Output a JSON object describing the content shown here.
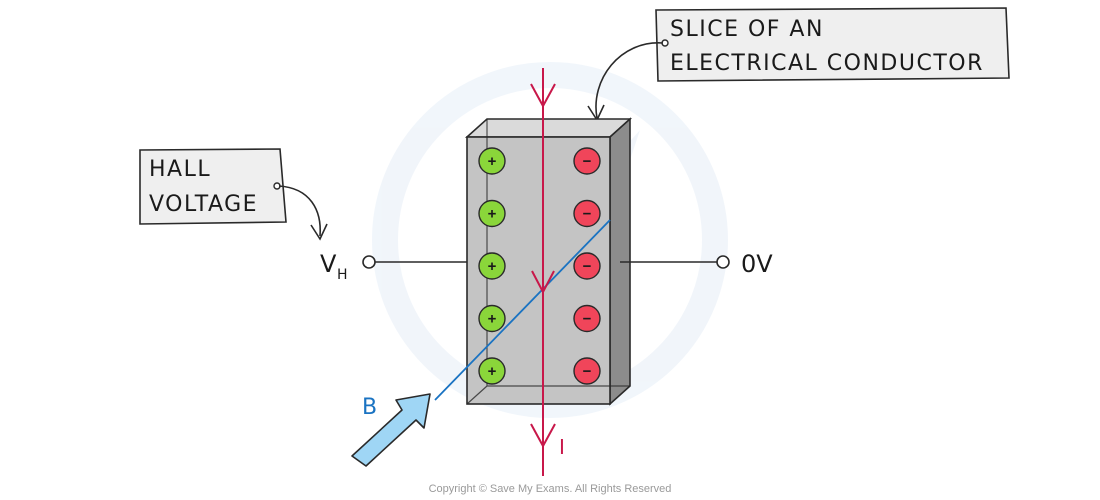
{
  "labels": {
    "slice_line1": "SLICE OF AN",
    "slice_line2": "ELECTRICAL CONDUCTOR",
    "hall_line1": "HALL",
    "hall_line2": "VOLTAGE",
    "vh_main": "V",
    "vh_sub": "H",
    "zero_v": "0V",
    "b_field": "B",
    "current": "I"
  },
  "charges": {
    "positive_symbol": "+",
    "negative_symbol": "−",
    "count_per_column": 5
  },
  "colors": {
    "current_line": "#c8184a",
    "field_line": "#1a73c2",
    "field_arrow_fill": "#9fd6f5",
    "positive_fill": "#8ad63a",
    "negative_fill": "#f0455a",
    "block_front": "#c4c4c4",
    "block_side": "#8c8c8c",
    "block_top": "#dadada",
    "label_box": "#efefef",
    "watermark": "#e6eef7"
  },
  "footer": {
    "copyright": "Copyright © Save My Exams. All Rights Reserved"
  }
}
